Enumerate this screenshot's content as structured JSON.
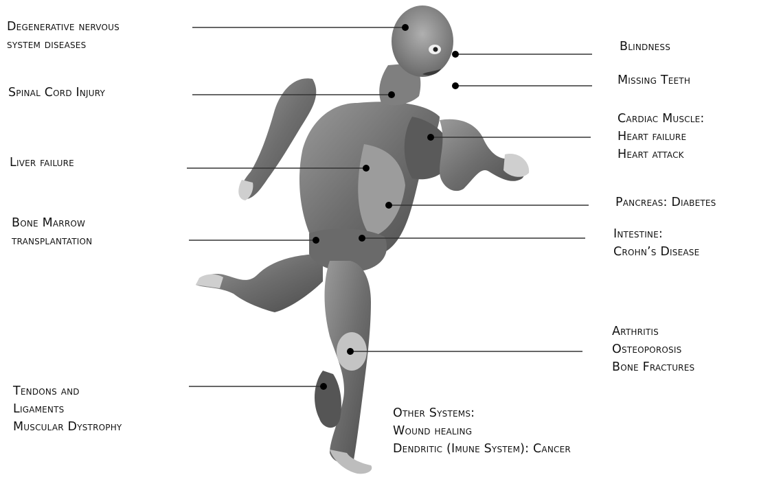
{
  "colors": {
    "background": "#ffffff",
    "text": "#111111",
    "leader_line": "#333333",
    "dot": "#000000",
    "muscle_dark": "#4a4a4a",
    "muscle_mid": "#7a7a7a",
    "muscle_light": "#b5b5b5",
    "bone_light": "#d9d9d9"
  },
  "icons": [
    "anatomical-figure",
    "pointer-dot"
  ],
  "labels": [
    {
      "id": "degenerative",
      "lines": [
        "Degenerative nervous",
        "system diseases"
      ]
    },
    {
      "id": "spinal",
      "lines": [
        "Spinal Cord Injury"
      ]
    },
    {
      "id": "liver",
      "lines": [
        "Liver failure"
      ]
    },
    {
      "id": "bone-marrow",
      "lines": [
        "Bone Marrow",
        "transplantation"
      ]
    },
    {
      "id": "tendons",
      "lines": [
        "Tendons and",
        "Ligaments",
        "Muscular Dystrophy"
      ]
    },
    {
      "id": "blindness",
      "lines": [
        "Blindness"
      ]
    },
    {
      "id": "teeth",
      "lines": [
        "Missing Teeth"
      ]
    },
    {
      "id": "cardiac",
      "lines": [
        "Cardiac Muscle:",
        "Heart failure",
        "Heart attack"
      ]
    },
    {
      "id": "pancreas",
      "lines": [
        "Pancreas: Diabetes"
      ]
    },
    {
      "id": "intestine",
      "lines": [
        "Intestine:",
        "Crohn’s Disease"
      ]
    },
    {
      "id": "arthritis",
      "lines": [
        "Arthritis",
        "Osteoporosis",
        "Bone Fractures"
      ]
    },
    {
      "id": "other",
      "lines": [
        "Other Systems:",
        "Wound healing",
        "Dendritic (Imune System): Cancer"
      ]
    }
  ]
}
